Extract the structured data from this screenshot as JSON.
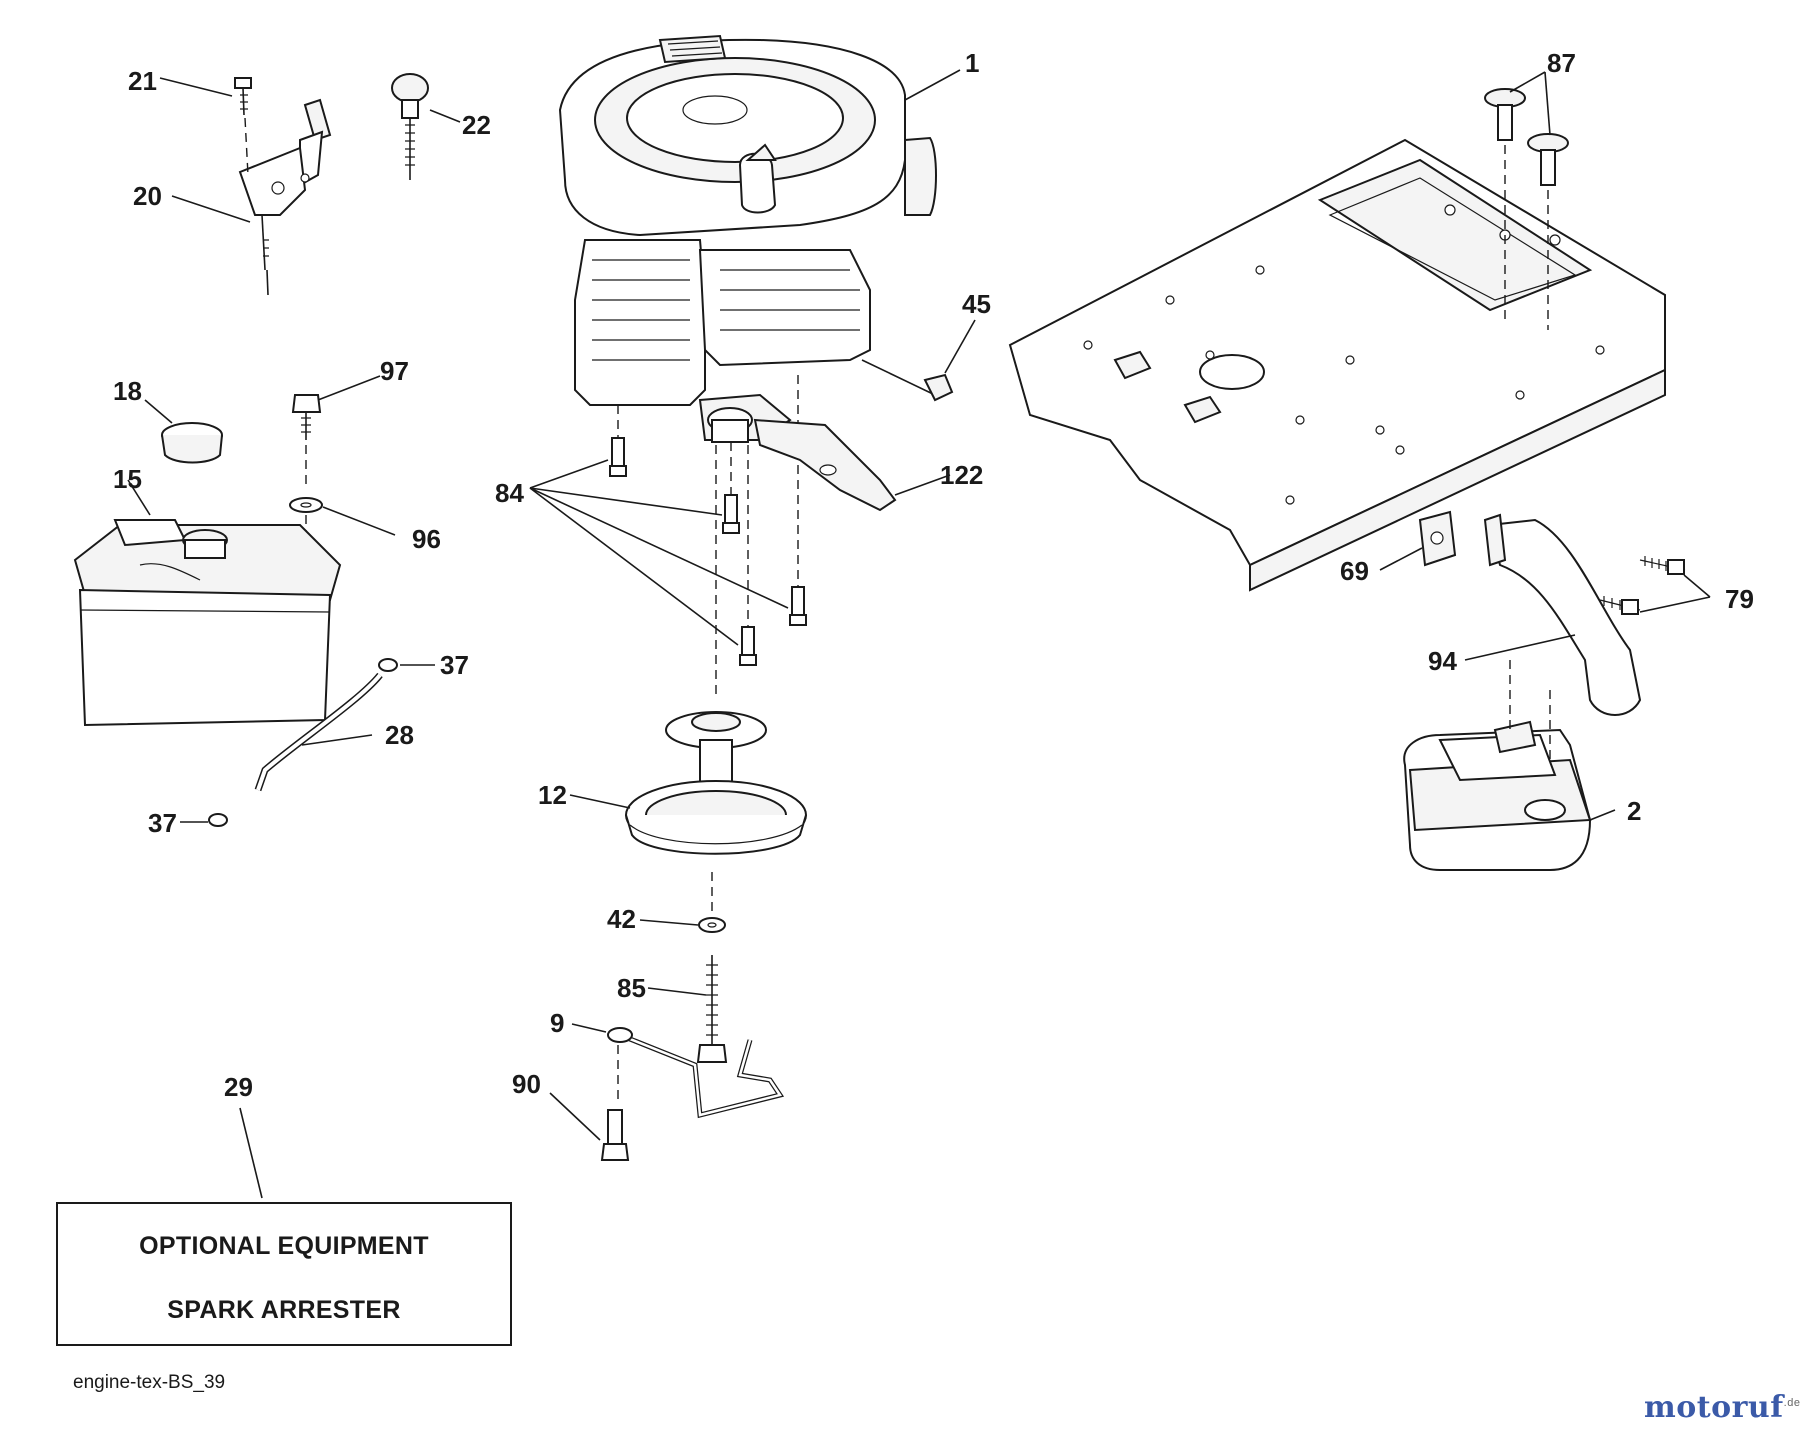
{
  "diagram": {
    "callouts": [
      {
        "id": "c1",
        "label": "1"
      },
      {
        "id": "c21",
        "label": "21"
      },
      {
        "id": "c22",
        "label": "22"
      },
      {
        "id": "c20",
        "label": "20"
      },
      {
        "id": "c87",
        "label": "87"
      },
      {
        "id": "c45",
        "label": "45"
      },
      {
        "id": "c97",
        "label": "97"
      },
      {
        "id": "c18",
        "label": "18"
      },
      {
        "id": "c15",
        "label": "15"
      },
      {
        "id": "c84",
        "label": "84"
      },
      {
        "id": "c122",
        "label": "122"
      },
      {
        "id": "c96",
        "label": "96"
      },
      {
        "id": "c69",
        "label": "69"
      },
      {
        "id": "c79",
        "label": "79"
      },
      {
        "id": "c94",
        "label": "94"
      },
      {
        "id": "c37a",
        "label": "37"
      },
      {
        "id": "c28",
        "label": "28"
      },
      {
        "id": "c37b",
        "label": "37"
      },
      {
        "id": "c12",
        "label": "12"
      },
      {
        "id": "c2",
        "label": "2"
      },
      {
        "id": "c42",
        "label": "42"
      },
      {
        "id": "c85",
        "label": "85"
      },
      {
        "id": "c9",
        "label": "9"
      },
      {
        "id": "c90",
        "label": "90"
      },
      {
        "id": "c29",
        "label": "29"
      }
    ],
    "note": {
      "line1": "OPTIONAL EQUIPMENT",
      "line2": "SPARK ARRESTER"
    },
    "drawing_code": "engine-tex-BS_39",
    "watermark": {
      "text": "motoruf",
      "suffix": ".de"
    }
  }
}
